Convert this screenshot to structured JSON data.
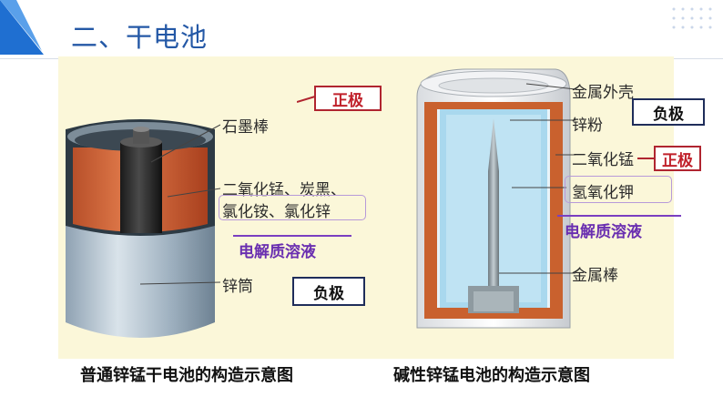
{
  "header": {
    "title": "二、干电池"
  },
  "left_diagram": {
    "labels": {
      "carbon_rod": "石墨棒",
      "mix_line1": "二氧化锰、炭黑、",
      "mix_line2": "氯化铵、氯化锌",
      "zinc_can": "锌筒"
    },
    "positive_tag": "正极",
    "electrolyte_tag": "电解质溶液",
    "negative_tag": "负极",
    "caption": "普通锌锰干电池的构造示意图"
  },
  "right_diagram": {
    "labels": {
      "shell": "金属外壳",
      "zinc_powder": "锌粉",
      "mno2": "二氧化锰",
      "koh": "氢氧化钾",
      "metal_rod": "金属棒"
    },
    "negative_tag": "负极",
    "positive_tag": "正极",
    "electrolyte_tag": "电解质溶液",
    "caption": "碱性锌锰电池的构造示意图"
  },
  "colors": {
    "title": "#2458a6",
    "accent_triangle": "#1f6fd1",
    "positive_border": "#b02530",
    "negative_border": "#1f2d5a",
    "electrolyte_text": "#6a2fb0",
    "panel_bg": "#fbf7d9"
  }
}
